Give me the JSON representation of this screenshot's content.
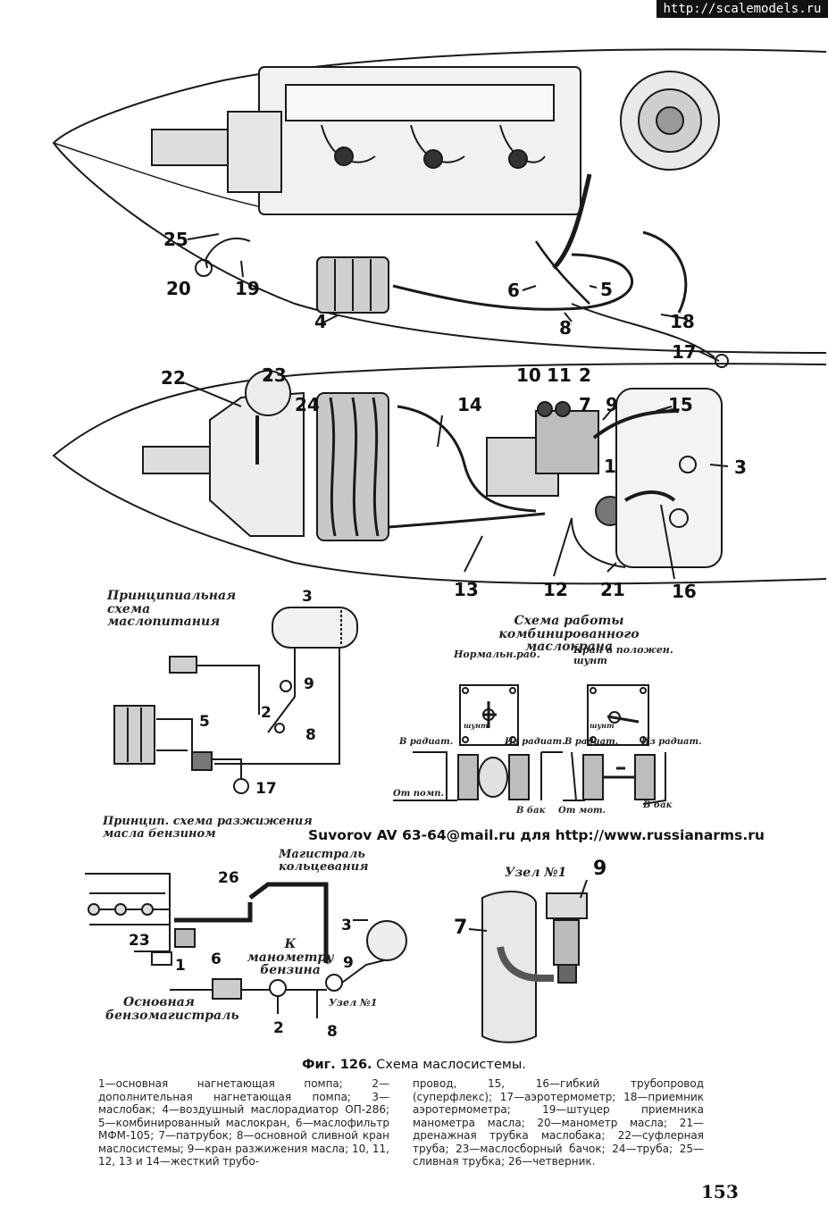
{
  "header": {
    "source_url": "http://scalemodels.ru"
  },
  "top_view_labels": [
    "25",
    "20",
    "19",
    "4",
    "6",
    "5",
    "8",
    "18",
    "17"
  ],
  "middle_view_labels": [
    "23",
    "22",
    "24",
    "14",
    "10",
    "11",
    "2",
    "7",
    "9",
    "15",
    "3",
    "1",
    "13",
    "12",
    "21",
    "16"
  ],
  "oil_supply_scheme": {
    "title": "Принципиальная схема маслопитания",
    "labels": [
      "3",
      "9",
      "2",
      "8",
      "5",
      "17"
    ]
  },
  "valve_scheme": {
    "title": "Схема работы комбинированного маслокрана",
    "normal_label": "Нормальн.раб.",
    "shunt_label": "Кран в положен. шунт",
    "shunt_text": "шунт",
    "left_ports": {
      "to_radiator": "В радиат.",
      "from_radiator": "Из радиат.",
      "from_pump": "От помп.",
      "to_tank": "В бак"
    },
    "right_ports": {
      "to_radiator": "В радиат.",
      "from_radiator": "Из радиат.",
      "from_pump": "От мот.",
      "to_tank": "В бак"
    }
  },
  "dilution_scheme": {
    "title": "Принцип. схема разжижения масла бензином",
    "ring_main": "Магистраль кольцевания",
    "to_gauge": "К манометру бензина",
    "main_fuel_line": "Основная бензомагистраль",
    "node": "Узел №1",
    "labels": [
      "26",
      "3",
      "23",
      "1",
      "6",
      "9",
      "2",
      "8"
    ]
  },
  "node_detail": {
    "title": "Узел №1",
    "labels": [
      "9",
      "7"
    ]
  },
  "watermark": "Suvorov AV 63-64@mail.ru для http://www.russianarms.ru",
  "figure": {
    "number": "Фиг. 126.",
    "title": "Схема маслосистемы."
  },
  "legend": {
    "left": "1—основная нагнетающая помпа; 2—дополнительная нагнетающая помпа; 3—маслобак; 4—воздушный маслорадиатор ОП-286; 5—комбинированный маслокран, 6—маслофильтр МФМ-105; 7—патрубок; 8—основной сливной кран маслосистемы; 9—кран разжижения масла; 10, 11, 12, 13 и 14—жесткий трубо-",
    "right": "провод, 15, 16—гибкий трубопровод (суперфлекс); 17—аэротермометр; 18—приемник аэротермометра; 19—штуцер приемника манометра масла; 20—манометр масла; 21—дренажная трубка маслобака; 22—суфлерная труба; 23—маслосборный бачок; 24—труба; 25—сливная трубка; 26—четверник."
  },
  "page_number": "153"
}
